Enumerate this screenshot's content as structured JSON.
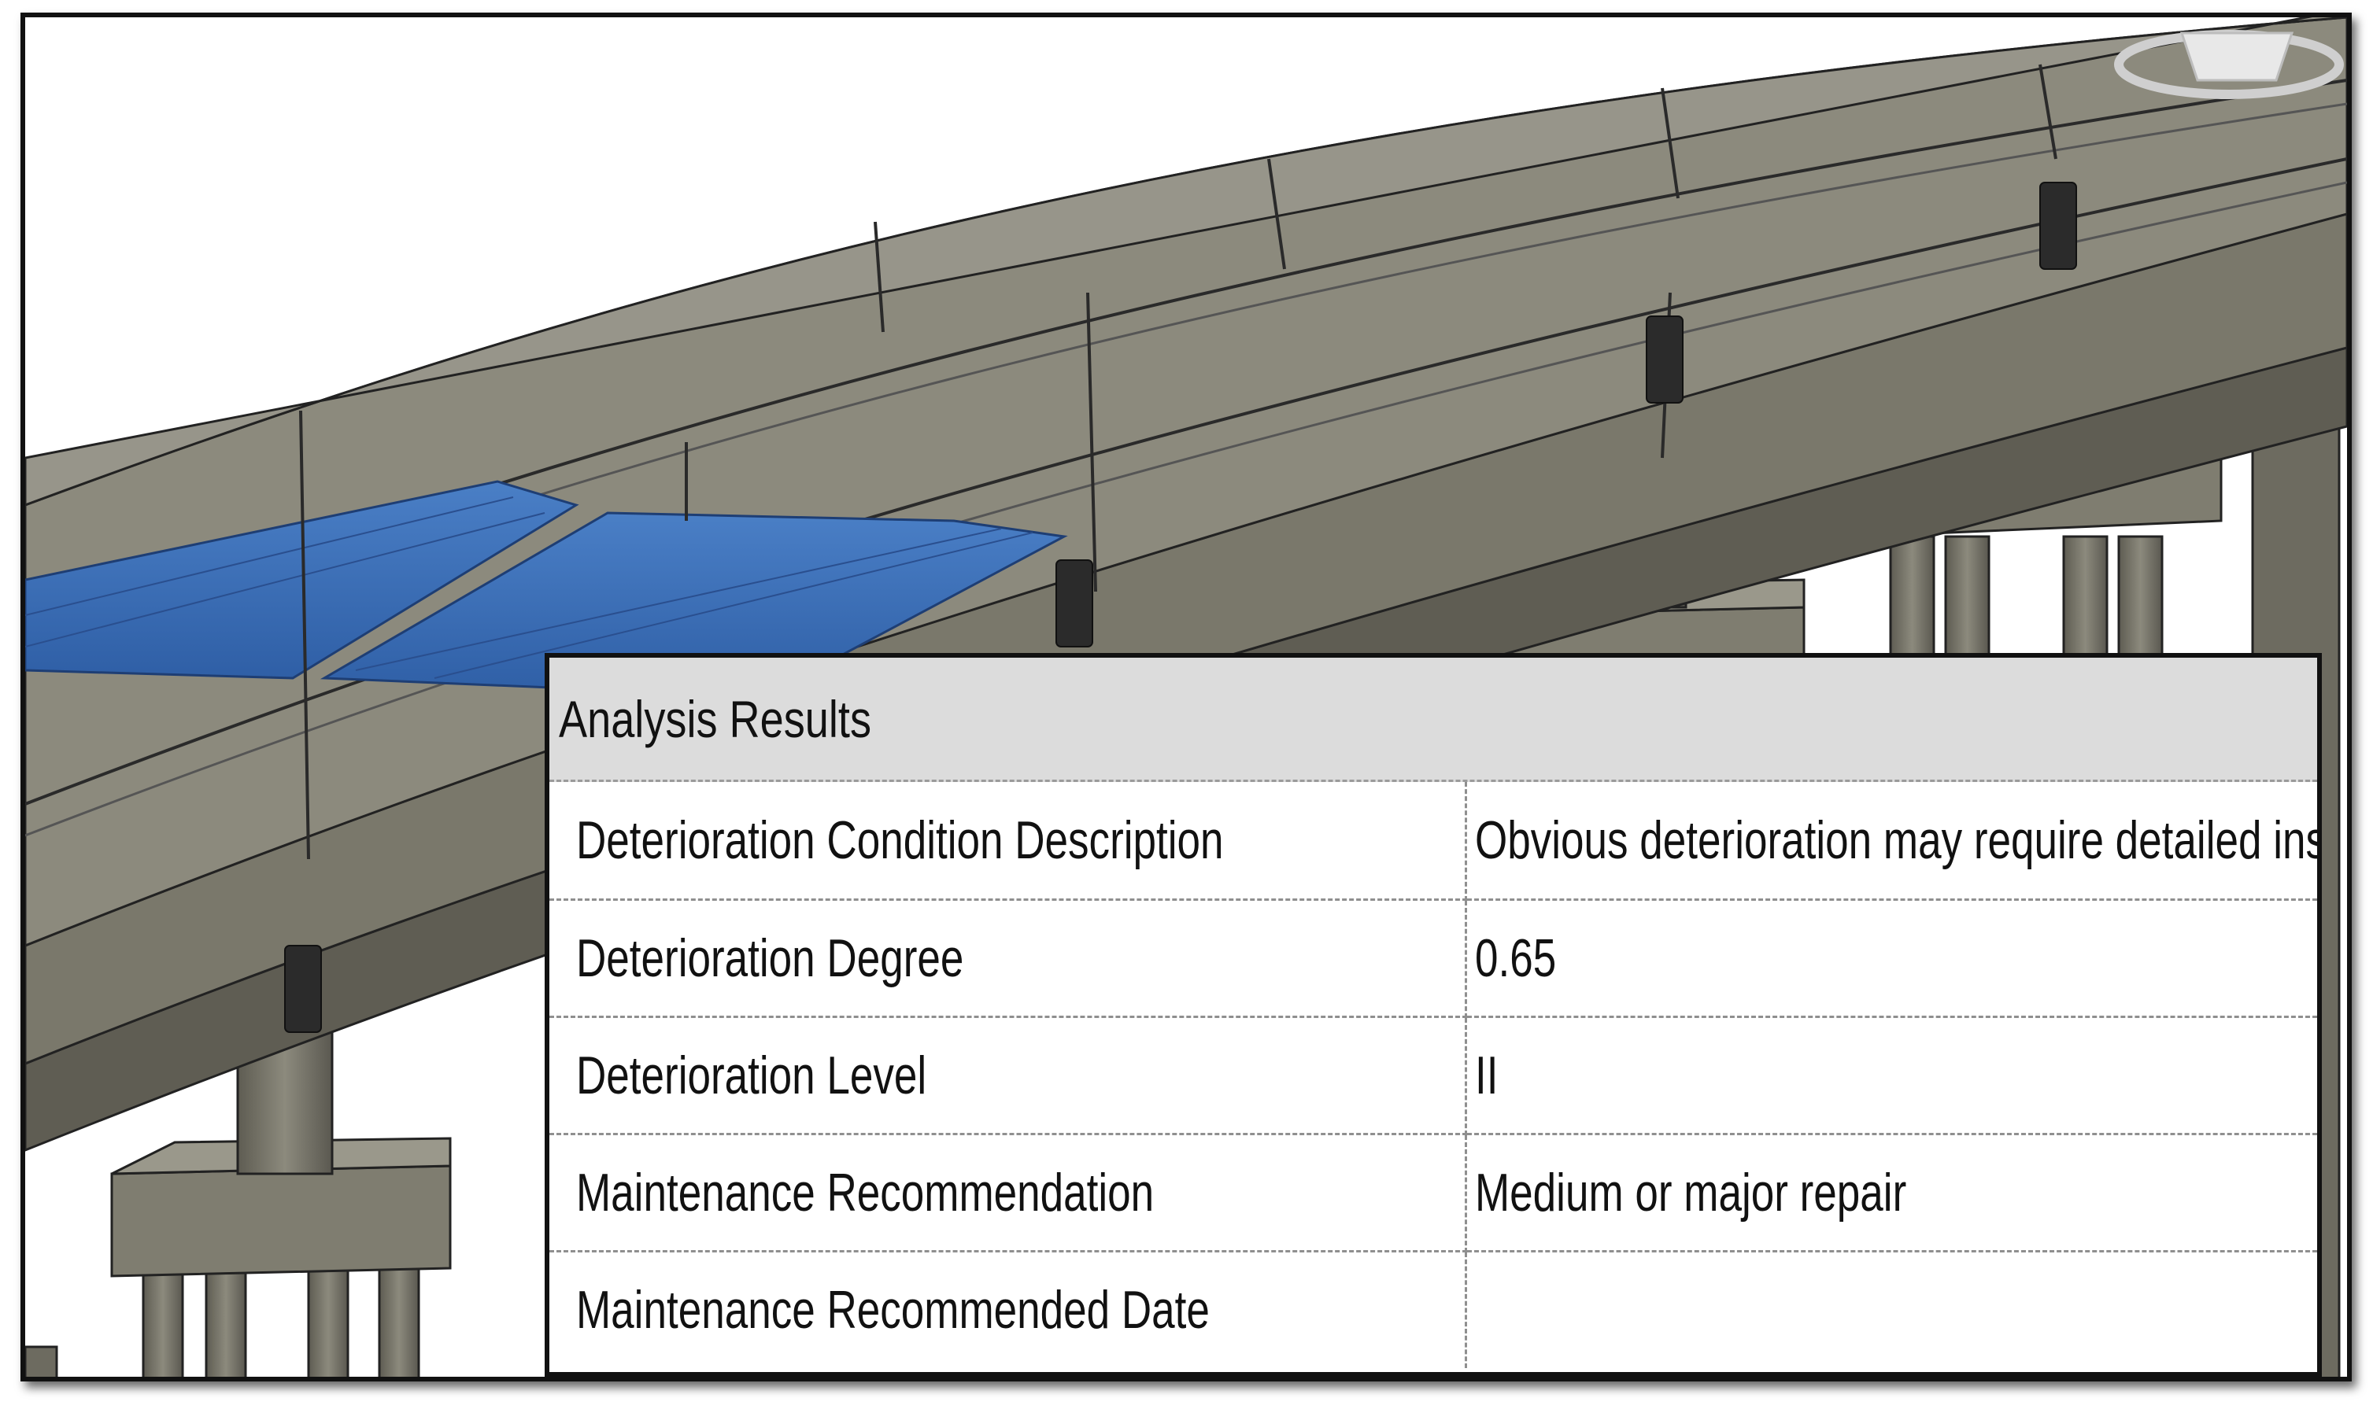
{
  "panel": {
    "title": "Analysis Results",
    "rows": [
      {
        "property": "Deterioration Condition Description",
        "value": "Obvious deterioration may require detailed inspection"
      },
      {
        "property": "Deterioration Degree",
        "value": "0.65"
      },
      {
        "property": "Deterioration Level",
        "value": "II"
      },
      {
        "property": "Maintenance Recommendation",
        "value": "Medium or major repair"
      },
      {
        "property": "Maintenance Recommended Date",
        "value": ""
      }
    ]
  },
  "scene": {
    "concrete_color": "#7d7b6e",
    "highlight_color": "#3f72b8",
    "background_color": "#ffffff"
  }
}
